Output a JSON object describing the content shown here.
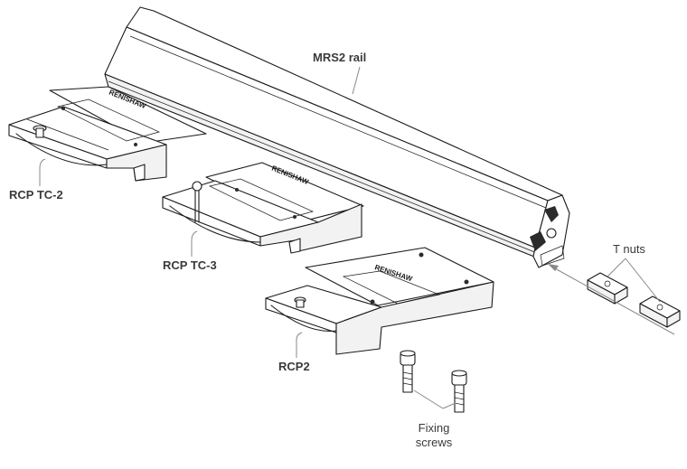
{
  "diagram": {
    "labels": {
      "rail": "MRS2 rail",
      "tc2": "RCP TC-2",
      "tc3": "RCP TC-3",
      "rcp2": "RCP2",
      "tnuts": "T nuts",
      "fixing_line1": "Fixing",
      "fixing_line2": "screws"
    },
    "brand_mark": "RENISHAW"
  }
}
